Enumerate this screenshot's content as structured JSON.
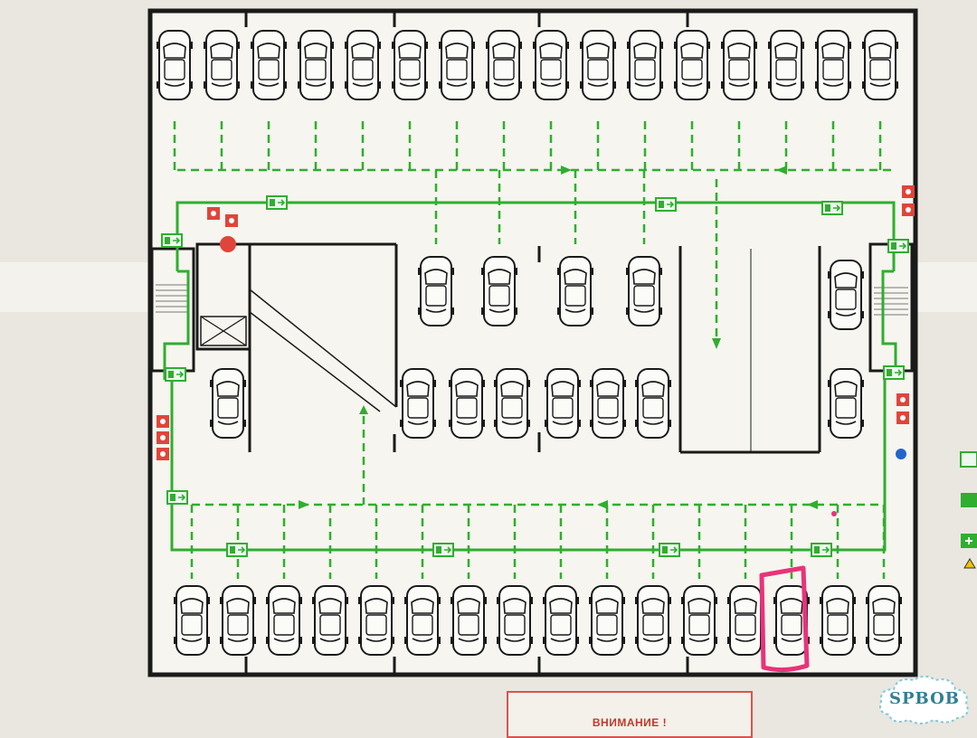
{
  "plan": {
    "top_row_count": 16,
    "bottom_row_count": 16,
    "island_top_count": 4,
    "island_bottom_count": 6,
    "right_column_count": 2,
    "left_column_count": 1,
    "highlighted_bottom_index": 13
  },
  "colors": {
    "wall": "#1a1a1a",
    "route": "#2fae2f",
    "highlight": "#e8337a",
    "equipment": "#e0453a"
  },
  "notice": {
    "warning_label": "ВНИМАНИЕ !"
  },
  "watermark": {
    "text": "SPBOB"
  },
  "icons": {
    "car": "car-icon",
    "exit_sign": "exit-sign-icon",
    "fire_extinguisher": "fire-extinguisher-icon",
    "first_aid": "first-aid-icon"
  }
}
